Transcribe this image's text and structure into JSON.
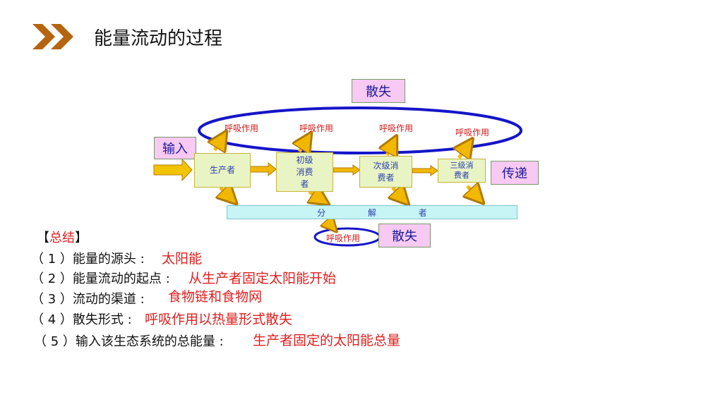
{
  "header": {
    "title": "能量流动的过程",
    "bullet_icon": "double-chevron-icon"
  },
  "diagram": {
    "dissipation_top": "散失",
    "dissipation_bottom": "散失",
    "input_label": "输入",
    "transfer_label": "传递",
    "nodes": [
      "生产者",
      "初级\n消费\n者",
      "次级消\n费者",
      "三级消\n费者"
    ],
    "decomposer": "分 解 者",
    "respiration": [
      "呼吸作用",
      "呼吸作用",
      "呼吸作用",
      "呼吸作用",
      "呼吸作用"
    ],
    "colors": {
      "ellipse": "#1515c8",
      "arrow": "#f2b800",
      "arrow_border": "#b07a00"
    }
  },
  "summary": {
    "heading_open": "【",
    "heading_word": "总结",
    "heading_close": "】",
    "items": [
      {
        "q": "（ 1 ）能量的源头 :",
        "a": "太阳能"
      },
      {
        "q": "（ 2 ）能量流动的起点 :",
        "a": "从生产者固定太阳能开始"
      },
      {
        "q": "（ 3 ）流动的渠道 :",
        "a": "食物链和食物网"
      },
      {
        "q": "（ 4 ）散失形式 :",
        "a": "呼吸作用以热量形式散失"
      },
      {
        "q": "（ 5 ）输入该生态系统的总能量 :",
        "a": "生产者固定的太阳能总量"
      }
    ]
  }
}
